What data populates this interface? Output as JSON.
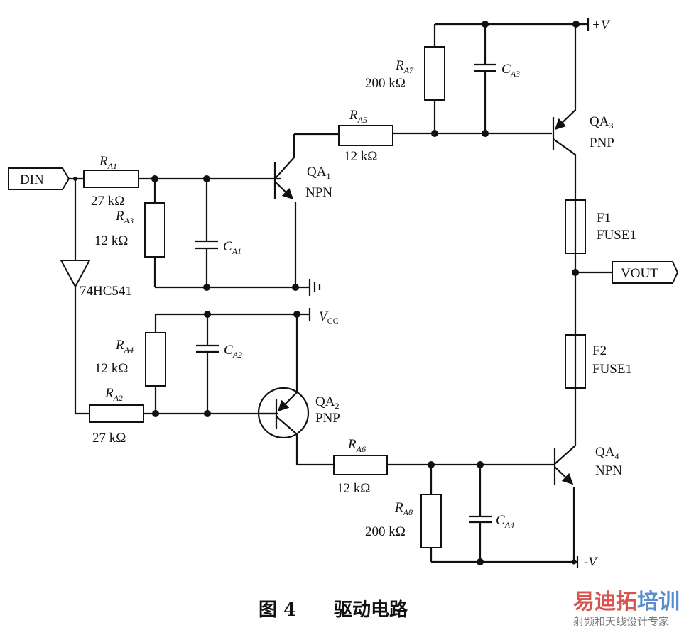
{
  "caption": {
    "figure": "图 4",
    "title": "驱动电路"
  },
  "watermark": {
    "part1": "易迪拓",
    "part2": "培训",
    "tagline": "射频和天线设计专家",
    "color1": "#d9534f",
    "color2": "#5b8fc9"
  },
  "ports": {
    "input": "DIN",
    "output": "VOUT"
  },
  "rails": {
    "pos": "+V",
    "neg": "-V",
    "vcc_main": "V",
    "vcc_sub": "CC"
  },
  "buffer": {
    "name": "74HC541"
  },
  "resistors": [
    {
      "id": "RA1",
      "main": "R",
      "sub": "A1",
      "value": "27 kΩ"
    },
    {
      "id": "RA2",
      "main": "R",
      "sub": "A2",
      "value": "27 kΩ"
    },
    {
      "id": "RA3",
      "main": "R",
      "sub": "A3",
      "value": "12 kΩ"
    },
    {
      "id": "RA4",
      "main": "R",
      "sub": "A4",
      "value": "12 kΩ"
    },
    {
      "id": "RA5",
      "main": "R",
      "sub": "A5",
      "value": "12 kΩ"
    },
    {
      "id": "RA6",
      "main": "R",
      "sub": "A6",
      "value": "12 kΩ"
    },
    {
      "id": "RA7",
      "main": "R",
      "sub": "A7",
      "value": "200 kΩ"
    },
    {
      "id": "RA8",
      "main": "R",
      "sub": "A8",
      "value": "200 kΩ"
    }
  ],
  "capacitors": [
    {
      "id": "CA1",
      "main": "C",
      "sub": "A1"
    },
    {
      "id": "CA2",
      "main": "C",
      "sub": "A2"
    },
    {
      "id": "CA3",
      "main": "C",
      "sub": "A3"
    },
    {
      "id": "CA4",
      "main": "C",
      "sub": "A4"
    }
  ],
  "transistors": [
    {
      "id": "QA1",
      "main": "QA",
      "sub": "1",
      "type": "NPN"
    },
    {
      "id": "QA2",
      "main": "QA",
      "sub": "2",
      "type": "PNP"
    },
    {
      "id": "QA3",
      "main": "QA",
      "sub": "3",
      "type": "PNP"
    },
    {
      "id": "QA4",
      "main": "QA",
      "sub": "4",
      "type": "NPN"
    }
  ],
  "fuses": [
    {
      "id": "F1",
      "name": "F1",
      "type": "FUSE1"
    },
    {
      "id": "F2",
      "name": "F2",
      "type": "FUSE1"
    }
  ]
}
